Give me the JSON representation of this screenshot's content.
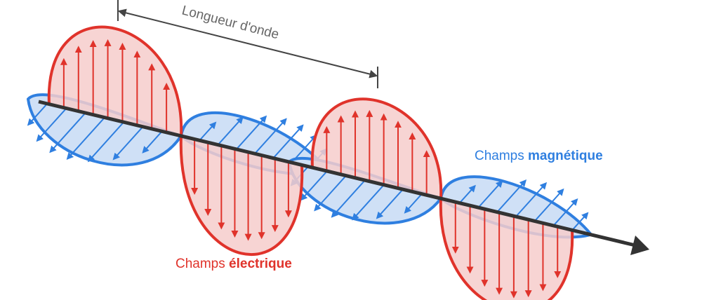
{
  "wavelength_label": "Longueur d'onde",
  "magnetic": {
    "prefix": "Champs ",
    "bold": "magnétique"
  },
  "electric": {
    "prefix": "Champs ",
    "bold": "électrique"
  },
  "colors": {
    "electric": "#e0332b",
    "electric_fill": "#f6cccb",
    "magnetic": "#2f7fe0",
    "magnetic_fill": "#cfe0f6",
    "axis": "#333333"
  }
}
